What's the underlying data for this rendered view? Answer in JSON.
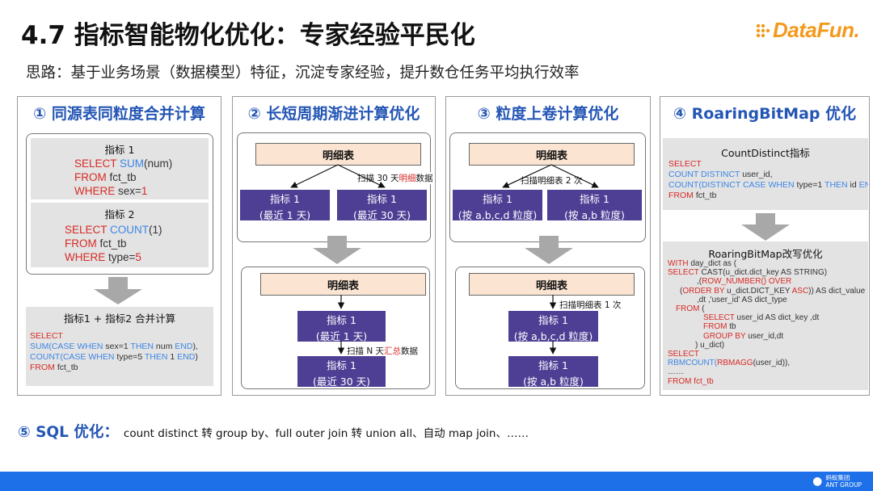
{
  "title": "4.7 指标智能物化优化：专家经验平民化",
  "subtitle": "思路：基于业务场景（数据模型）特征，沉淀专家经验，提升数仓任务平均执行效率",
  "logo": {
    "text": "DataFun.",
    "accent": "#f39a1e"
  },
  "colors": {
    "heading_blue": "#2456b5",
    "sql_red": "#d72b26",
    "sql_blue": "#3d86e6",
    "metric_purple": "#4e3f95",
    "detail_fill": "#fbe5d2",
    "footer_blue": "#1e70e8"
  },
  "panel1": {
    "title": "① 同源表同粒度合并计算",
    "metric1": {
      "label": "指标 1",
      "l1_kw": "SELECT ",
      "l1_fn": "SUM",
      "l1_rest": "(num)",
      "l2_kw": "FROM",
      "l2_rest": " fct_tb",
      "l3_kw": "WHERE",
      "l3_rest": " sex=",
      "l3_val": "1"
    },
    "metric2": {
      "label": "指标 2",
      "l1_kw": "SELECT ",
      "l1_fn": "COUNT",
      "l1_rest": "(1)",
      "l2_kw": "FROM",
      "l2_rest": " fct_tb",
      "l3_kw": "WHERE",
      "l3_rest": " type=",
      "l3_val": "5"
    },
    "merged": {
      "label": "指标1 + 指标2 合并计算",
      "l1": "SELECT",
      "l2a": "SUM(",
      "l2b": "CASE WHEN",
      "l2c": " sex=1 ",
      "l2d": "THEN",
      "l2e": " num ",
      "l2f": "END",
      "l2g": "),",
      "l3a": "COUNT(",
      "l3b": "CASE WHEN",
      "l3c": " type=5 ",
      "l3d": "THEN",
      "l3e": " 1 ",
      "l3f": "END",
      "l3g": ")",
      "l4a": "FROM",
      "l4b": " fct_tb"
    }
  },
  "panel2": {
    "title": "② 长短周期渐进计算优化",
    "detail_top": "明细表",
    "scan_note_a": "扫描 30 天",
    "scan_note_b": "明细",
    "scan_note_c": "数据",
    "m1_l1": "指标 1",
    "m1_l2": "(最近 1 天)",
    "m2_l1": "指标 1",
    "m2_l2": "(最近 30 天)",
    "detail_bottom": "明细表",
    "b_m1_l1": "指标 1",
    "b_m1_l2": "(最近 1 天)",
    "scan_note2_a": "扫描 N 天",
    "scan_note2_b": "汇总",
    "scan_note2_c": "数据",
    "b_m2_l1": "指标 1",
    "b_m2_l2": "(最近 30 天)"
  },
  "panel3": {
    "title": "③ 粒度上卷计算优化",
    "detail_top": "明细表",
    "scan_note": "扫描明细表 2 次",
    "m1_l1": "指标 1",
    "m1_l2": "(按 a,b,c,d 粒度)",
    "m2_l1": "指标 1",
    "m2_l2": "(按 a,b 粒度)",
    "detail_bottom": "明细表",
    "scan_note2": "扫描明细表 1 次",
    "b_m1_l1": "指标 1",
    "b_m1_l2": "(按 a,b,c,d 粒度)",
    "b_m2_l1": "指标 1",
    "b_m2_l2": "(按 a,b 粒度)"
  },
  "panel4": {
    "title": "④ RoaringBitMap 优化",
    "cd_label": "CountDistinct指标",
    "cd_l1": "SELECT",
    "cd_l2a": "COUNT DISTINCT",
    "cd_l2b": " user_id,",
    "cd_l3a": "COUNT(",
    "cd_l3b": "DISTINCT CASE WHEN",
    "cd_l3c": " type=1 ",
    "cd_l3d": "THEN",
    "cd_l3e": "  id ",
    "cd_l3f": "END",
    "cd_l4a": "FROM",
    "cd_l4b": " fct_tb",
    "rb_label": "RoaringBitMap改写优化",
    "rb_l1a": "WITH",
    "rb_l1b": " day_dict as (",
    "rb_l2a": "SELECT",
    "rb_l2b": "  CAST(u_dict.dict_key AS STRING)",
    "rb_l3a": ",(",
    "rb_l3b": "ROW_NUMBER() OVER",
    "rb_l4a": "(",
    "rb_l4b": "ORDER BY",
    "rb_l4c": " u_dict.DICT_KEY ",
    "rb_l4d": "ASC",
    "rb_l4e": ")) AS dict_value",
    "rb_l5": ",dt ,'user_id'  AS dict_type",
    "rb_l6a": "FROM",
    "rb_l6b": "      (",
    "rb_l7a": "SELECT",
    "rb_l7b": "  user_id AS dict_key ,dt",
    "rb_l8a": "FROM",
    "rb_l8b": "    tb",
    "rb_l9a": "GROUP BY",
    "rb_l9b": " user_id,dt",
    "rb_l10": ") u_dict)",
    "rb_l11": "SELECT",
    "rb_l12a": "RBMCOUNT(",
    "rb_l12b": "RBMAGG",
    "rb_l12c": "(user_id)),",
    "rb_l13": "……",
    "rb_l14": "FROM fct_tb"
  },
  "bottom": {
    "heading": "⑤ SQL 优化：",
    "text": "count distinct 转 group by、full outer join 转 union all、自动 map join、……"
  },
  "footer": {
    "brand_cn": "蚂蚁集团",
    "brand_en": "ANT GROUP"
  }
}
